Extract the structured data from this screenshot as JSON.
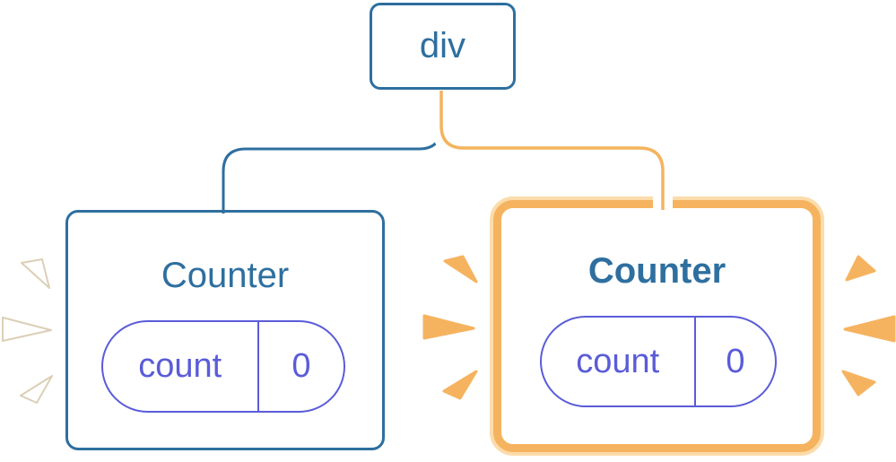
{
  "diagram": {
    "root_node": {
      "label": "div"
    },
    "counters": [
      {
        "id": "left",
        "title": "Counter",
        "state_key": "count",
        "state_value": "0",
        "highlighted": false
      },
      {
        "id": "right",
        "title": "Counter",
        "state_key": "count",
        "state_value": "0",
        "highlighted": true
      }
    ],
    "colors": {
      "node_blue": "#2E6F9F",
      "state_purple": "#5A5CD8",
      "highlight_orange": "#F6B35F",
      "highlight_cream": "#FBDCAB",
      "connector_orange": "#F3B45E",
      "burst_white": "#FFFFFF",
      "burst_white_edge": "#DCCFB6"
    }
  }
}
